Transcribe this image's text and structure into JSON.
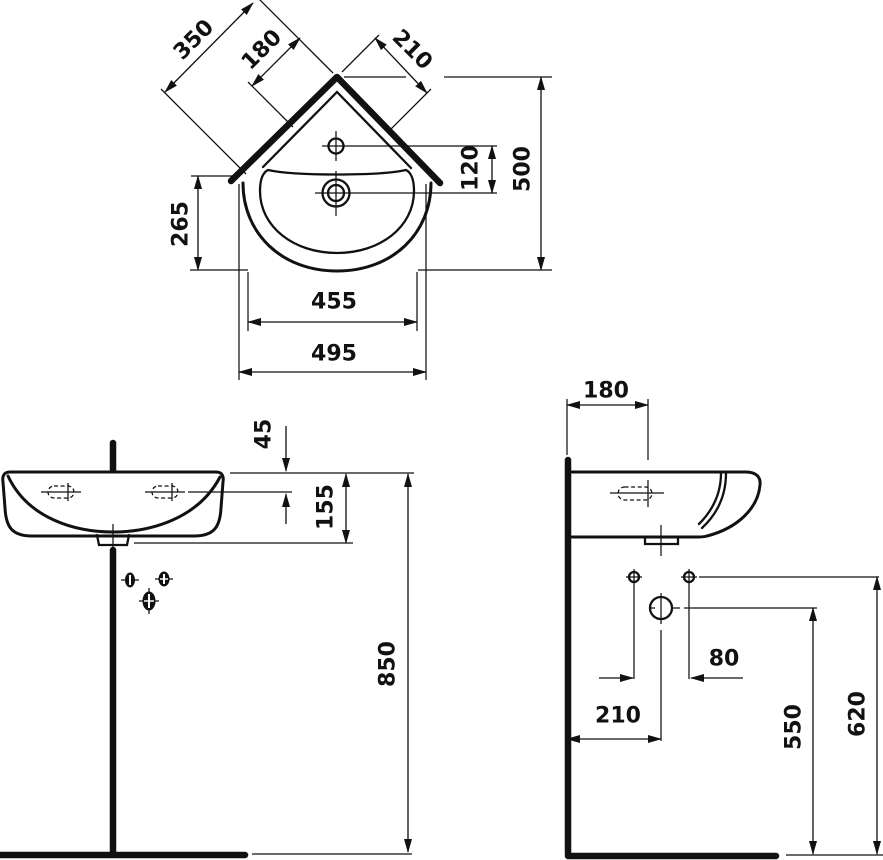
{
  "drawing": {
    "subject": "corner-washbasin-technical-drawing",
    "background": "#ffffff",
    "ink": "#111111",
    "views": {
      "plan": {
        "dims": {
          "left_wall": "350",
          "left_inner": "180",
          "right_wall": "210",
          "tap_to_drain": "120",
          "overall_depth": "500",
          "bowl_depth": "265",
          "bowl_width": "455",
          "overall_width": "495"
        }
      },
      "front": {
        "dims": {
          "rim_to_fixing": "45",
          "apron_height": "155",
          "rim_height": "850"
        }
      },
      "side": {
        "dims": {
          "wall_to_fixing": "180",
          "hole_spacing": "80",
          "wall_to_outlet": "210",
          "supply_height": "550",
          "fixing_height": "620"
        }
      }
    }
  }
}
